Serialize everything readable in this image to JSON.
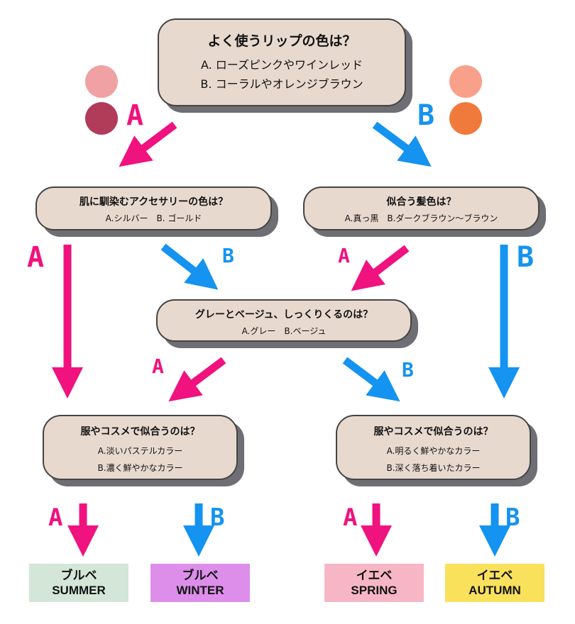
{
  "q1": {
    "title": "よく使うリップの色は？",
    "option_a": "A. ローズピンクやワインレッド",
    "option_b": "B. コーラルやオレンジブラウン"
  },
  "q2": {
    "title": "肌に馴染むアクセサリーの色は？",
    "options": "A.シルバー　B. ゴールド"
  },
  "q3": {
    "title": "似合う髪色は？",
    "options": "A.真っ黒　B.ダークブラウン〜ブラウン"
  },
  "q4": {
    "title": "グレーとベージュ、しっくりくるのは？",
    "options": "A.グレー　B.ベージュ"
  },
  "q5": {
    "title": "服やコスメで似合うのは？",
    "option_a": "A.淡いパステルカラー",
    "option_b": "B.濃く鮮やかなカラー"
  },
  "q6": {
    "title": "服やコスメで似合うのは？",
    "option_a": "A.明るく鮮やかなカラー",
    "option_b": "B.深く落ち着いたカラー"
  },
  "labels": {
    "a": "A",
    "b": "B"
  },
  "results": {
    "summer": {
      "line1": "ブルベ",
      "line2": "SUMMER"
    },
    "winter": {
      "line1": "ブルベ",
      "line2": "WINTER"
    },
    "spring": {
      "line1": "イエベ",
      "line2": "SPRING"
    },
    "autumn": {
      "line1": "イエベ",
      "line2": "AUTUMN"
    }
  },
  "colors": {
    "arrow_a": "#f0127e",
    "arrow_b": "#1493f0",
    "lip_rose": "#f0a1a4",
    "lip_wine": "#b13c5a",
    "lip_coral": "#f9a08a",
    "lip_orange": "#f07a3c",
    "box_fill": "#e8d9cf",
    "summer": "#d3e6d8",
    "winter": "#dd8eea",
    "spring": "#f7b6c6",
    "autumn": "#fae15b"
  }
}
